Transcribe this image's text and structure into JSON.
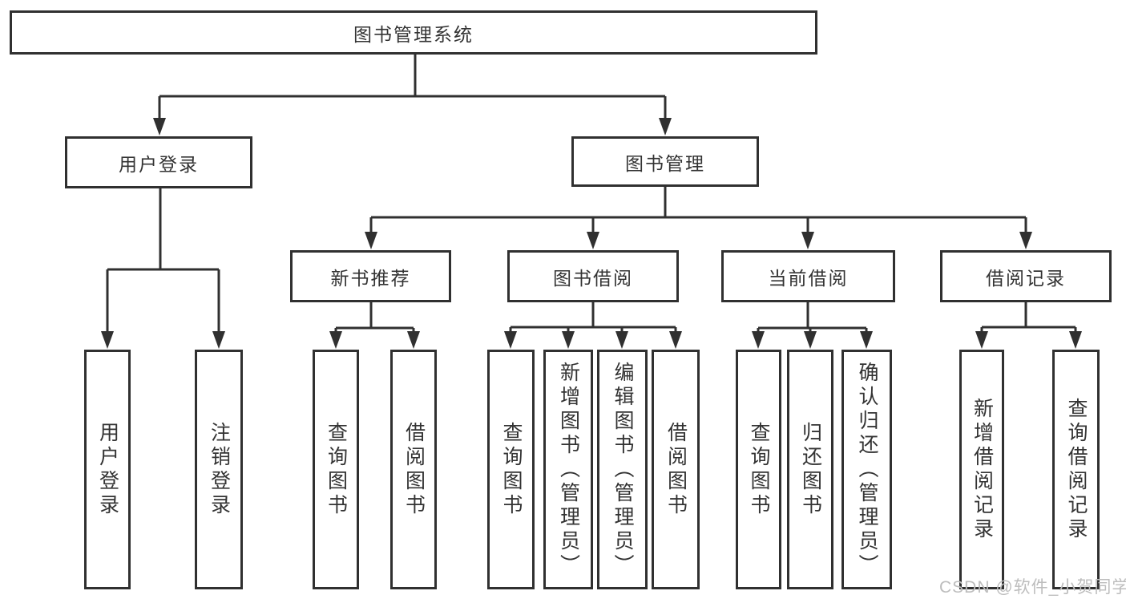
{
  "title": "图书管理系统",
  "tree": {
    "root": {
      "label": "图书管理系统",
      "children": [
        {
          "label": "用户登录",
          "children": [
            {
              "label": "用户登录"
            },
            {
              "label": "注销登录"
            }
          ]
        },
        {
          "label": "图书管理",
          "children": [
            {
              "label": "新书推荐",
              "children": [
                {
                  "label": "查询图书"
                },
                {
                  "label": "借阅图书"
                }
              ]
            },
            {
              "label": "图书借阅",
              "children": [
                {
                  "label": "查询图书"
                },
                {
                  "label": "新增图书（管理员）"
                },
                {
                  "label": "编辑图书（管理员）"
                },
                {
                  "label": "借阅图书"
                }
              ]
            },
            {
              "label": "当前借阅",
              "children": [
                {
                  "label": "查询图书"
                },
                {
                  "label": "归还图书"
                },
                {
                  "label": "确认归还（管理员）"
                }
              ]
            },
            {
              "label": "借阅记录",
              "children": [
                {
                  "label": "新增借阅记录"
                },
                {
                  "label": "查询借阅记录"
                }
              ]
            }
          ]
        }
      ]
    }
  },
  "watermark": {
    "text": "CSDN @软件_小贺同学"
  },
  "colors": {
    "line": "#303030",
    "box_border": "#303030",
    "text": "#333333",
    "watermark": "#bdbdbd",
    "background": "#ffffff"
  }
}
